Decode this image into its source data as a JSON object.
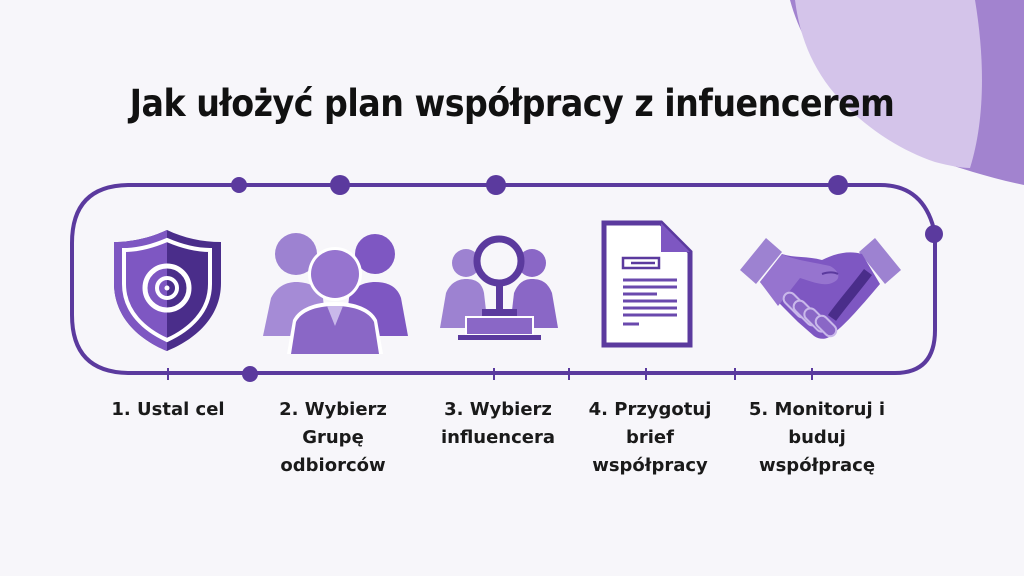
{
  "title": "Jak ułożyć plan współpracy z infuencerem",
  "colors": {
    "accent": "#5b3a9e",
    "accent_light": "#8a67c6",
    "accent_pale": "#b39ddb",
    "background": "#f7f6fa",
    "blob_light": "#d4c4ea",
    "blob_dark": "#a283cf"
  },
  "steps": [
    {
      "number": "1",
      "label": "1. Ustal cel",
      "icon": "shield-target-icon"
    },
    {
      "number": "2",
      "label": "2. Wybierz\nGrupę\nodbiorców",
      "icon": "people-group-icon"
    },
    {
      "number": "3",
      "label": "3. Wybierz\ninfluencera",
      "icon": "magnifier-people-icon"
    },
    {
      "number": "4",
      "label": "4. Przygotuj\nbrief\nwspółpracy",
      "icon": "document-brief-icon"
    },
    {
      "number": "5",
      "label": "5. Monitoruj i\nbuduj\nwspółpracę",
      "icon": "handshake-icon"
    }
  ]
}
